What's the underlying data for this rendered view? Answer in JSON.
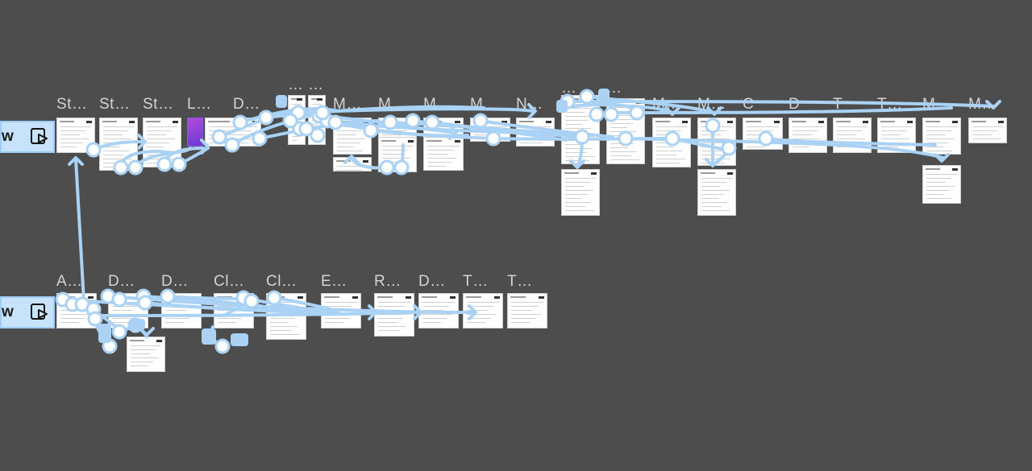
{
  "flows": [
    {
      "start_label": "w",
      "start_icon": "play-icon",
      "frames": [
        {
          "label": "St…",
          "sub": []
        },
        {
          "label": "St…",
          "sub": []
        },
        {
          "label": "St…",
          "sub": []
        },
        {
          "label": "L…",
          "sub": []
        },
        {
          "label": "D…",
          "sub": []
        },
        {
          "label": "…",
          "sub": []
        },
        {
          "label": "…",
          "sub": []
        },
        {
          "label": "M…",
          "sub": [
            {
              "label": ""
            }
          ]
        },
        {
          "label": "M…",
          "sub": [
            {
              "label": ""
            }
          ]
        },
        {
          "label": "M",
          "sub": [
            {
              "label": ""
            }
          ]
        },
        {
          "label": "M",
          "sub": []
        },
        {
          "label": "N…",
          "sub": []
        },
        {
          "label": "…",
          "sub": [
            {
              "label": ""
            }
          ]
        },
        {
          "label": "…",
          "sub": []
        },
        {
          "label": "M…",
          "sub": []
        },
        {
          "label": "M…",
          "sub": [
            {
              "label": ""
            }
          ]
        },
        {
          "label": "C",
          "sub": []
        },
        {
          "label": "D",
          "sub": []
        },
        {
          "label": "T",
          "sub": []
        },
        {
          "label": "T…",
          "sub": []
        },
        {
          "label": "M…",
          "sub": [
            {
              "label": ""
            }
          ]
        },
        {
          "label": "M…",
          "sub": []
        }
      ]
    },
    {
      "start_label": "w",
      "start_icon": "play-icon",
      "frames": [
        {
          "label": "A…",
          "sub": []
        },
        {
          "label": "D…",
          "sub": [
            {
              "label": ""
            }
          ]
        },
        {
          "label": "D…",
          "sub": []
        },
        {
          "label": "Cl…",
          "sub": []
        },
        {
          "label": "Cl…",
          "sub": []
        },
        {
          "label": "E…",
          "sub": []
        },
        {
          "label": "R…",
          "sub": []
        },
        {
          "label": "D…",
          "sub": []
        },
        {
          "label": "T…",
          "sub": []
        },
        {
          "label": "T…",
          "sub": []
        }
      ]
    }
  ],
  "colors": {
    "canvas": "#4d4d4d",
    "connector": "#a9d2f5",
    "connector_dot_fill": "#ffffff",
    "frame_fill": "#ffffff",
    "label": "#d4d4d4",
    "start_fill": "#c7e3fb"
  }
}
